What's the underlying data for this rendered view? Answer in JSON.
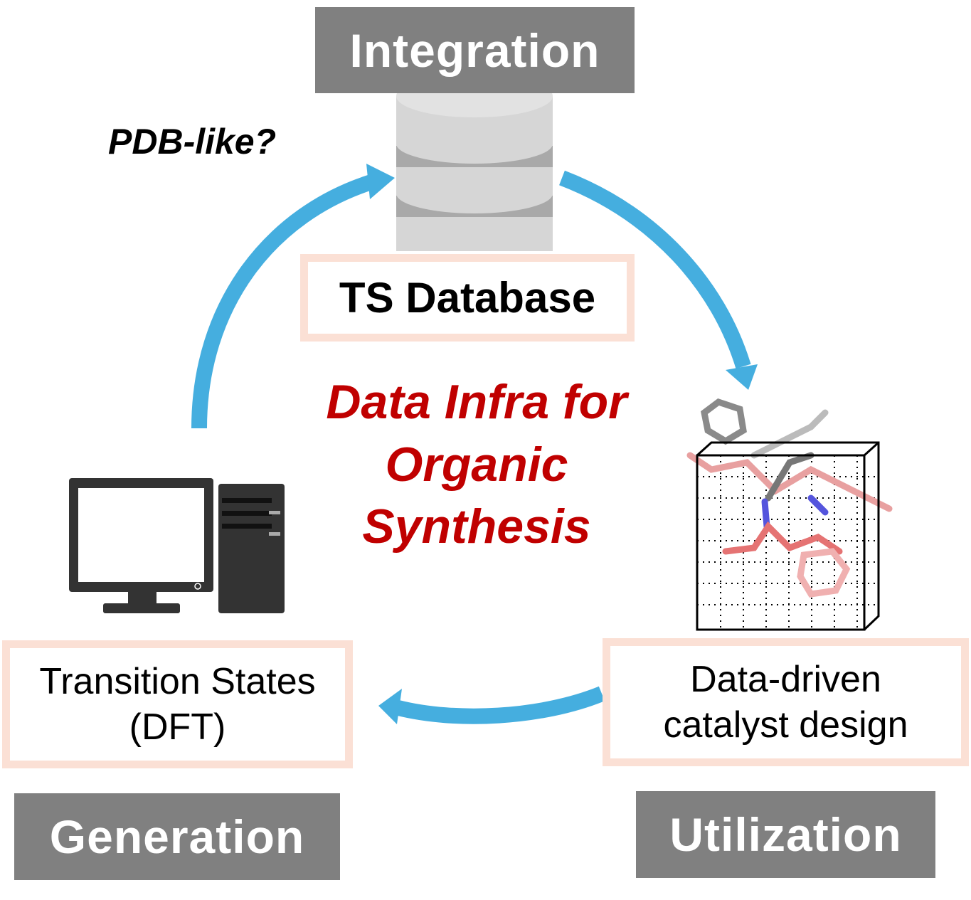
{
  "stages": {
    "integration": "Integration",
    "generation": "Generation",
    "utilization": "Utilization"
  },
  "question": "PDB-like?",
  "database_label": "TS Database",
  "center_title": [
    "Data Infra for",
    "Organic",
    "Synthesis"
  ],
  "generation_box": [
    "Transition States",
    "(DFT)"
  ],
  "utilization_box": [
    "Data-driven",
    "catalyst design"
  ],
  "colors": {
    "arrow": "#45AEDF",
    "title": "#C00000",
    "stage_bg": "#808080",
    "box_border": "#FBE0D5"
  }
}
